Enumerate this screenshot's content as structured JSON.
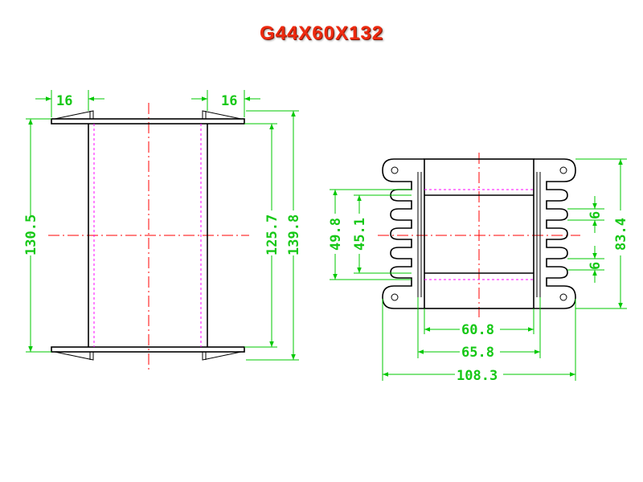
{
  "title": "G44X60X132",
  "colors": {
    "title": "#ee2a10",
    "dimension": "#16c816",
    "outline": "#000000",
    "centerline": "#ff0000",
    "hidden_line": "#ff00ff"
  },
  "side_view": {
    "flange_thickness_left": "16",
    "flange_thickness_right": "16",
    "overall_height": "130.5",
    "inner_height": "125.7",
    "outer_height": "139.8"
  },
  "front_view": {
    "window_height": "49.8",
    "inner_window_height": "45.1",
    "slot_pitch_top": "6",
    "slot_pitch_bottom": "6",
    "overall_height": "83.4",
    "inner_width": "60.8",
    "core_width": "65.8",
    "overall_width": "108.3"
  }
}
